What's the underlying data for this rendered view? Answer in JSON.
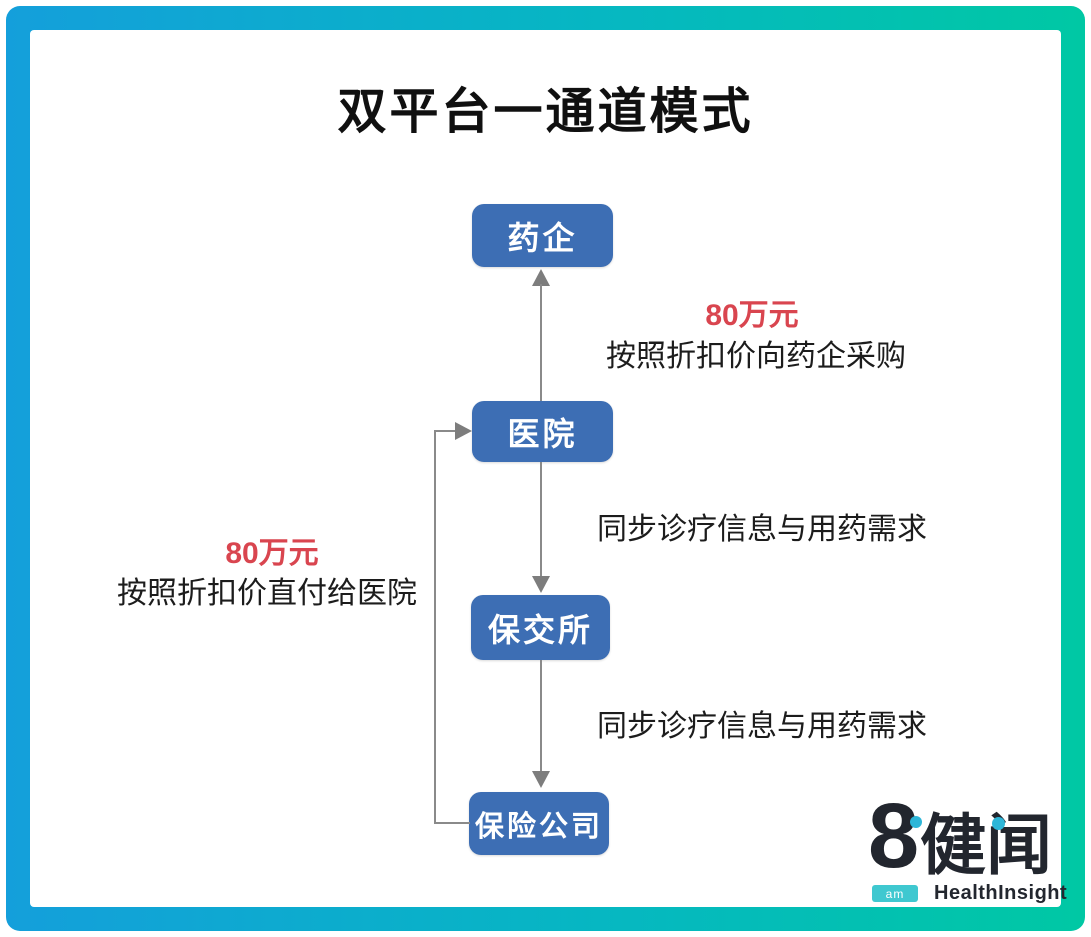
{
  "title": "双平台一通道模式",
  "diagram": {
    "nodes": [
      {
        "label": "药企"
      },
      {
        "label": "医院"
      },
      {
        "label": "保交所"
      },
      {
        "label": "保险公司"
      }
    ],
    "labels": {
      "purchase_amount": "80万元",
      "purchase_caption": "按照折扣价向药企采购",
      "sync_upper": "同步诊疗信息与用药需求",
      "sync_lower": "同步诊疗信息与用药需求",
      "direct_pay_amount": "80万元",
      "direct_pay_caption": "按照折扣价直付给医院"
    },
    "edges": [
      {
        "from": "医院",
        "to": "药企",
        "direction": "up"
      },
      {
        "from": "医院",
        "to": "保交所",
        "direction": "down"
      },
      {
        "from": "保交所",
        "to": "保险公司",
        "direction": "down"
      },
      {
        "from": "保险公司",
        "to": "医院",
        "direction": "left-bent"
      }
    ]
  },
  "logo": {
    "number": "8",
    "name": "健闻",
    "badge": "am",
    "subtitle": "HealthInsight"
  },
  "colors": {
    "node_fill": "#3d6eb4",
    "amount_red": "#d9454f",
    "arrow_gray": "#8a8a8a",
    "frame_gradient_left": "#149fdb",
    "frame_gradient_right": "#00c8a4",
    "logo_cyan": "#2db6d8"
  }
}
